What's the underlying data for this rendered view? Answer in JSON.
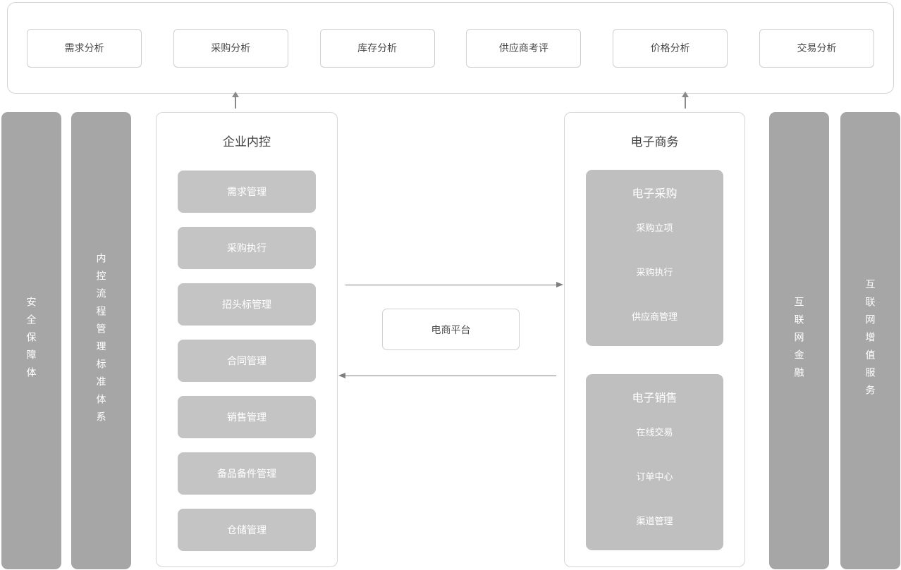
{
  "colors": {
    "bar_bg": "#a6a6a6",
    "item_bg": "#c4c4c4",
    "group_bg": "#bfbfbf",
    "panel_border": "#d5d5d5",
    "arrow": "#7f7f7f",
    "title_text": "#3f3f3f",
    "light_text": "#ffffff"
  },
  "top_row": {
    "items": [
      "需求分析",
      "采购分析",
      "库存分析",
      "供应商考评",
      "价格分析",
      "交易分析"
    ]
  },
  "left_bars": [
    "安全保障体",
    "内控流程管理标准体系"
  ],
  "internal_control": {
    "title": "企业内控",
    "items": [
      "需求管理",
      "采购执行",
      "招头标管理",
      "合同管理",
      "销售管理",
      "备品备件管理",
      "仓储管理"
    ]
  },
  "center": {
    "platform_label": "电商平台"
  },
  "ecommerce": {
    "title": "电子商务",
    "groups": [
      {
        "title": "电子采购",
        "items": [
          "采购立项",
          "采购执行",
          "供应商管理"
        ]
      },
      {
        "title": "电子销售",
        "items": [
          "在线交易",
          "订单中心",
          "渠道管理"
        ]
      }
    ]
  },
  "right_bars": [
    "互联网金融",
    "互联网增值服务"
  ]
}
